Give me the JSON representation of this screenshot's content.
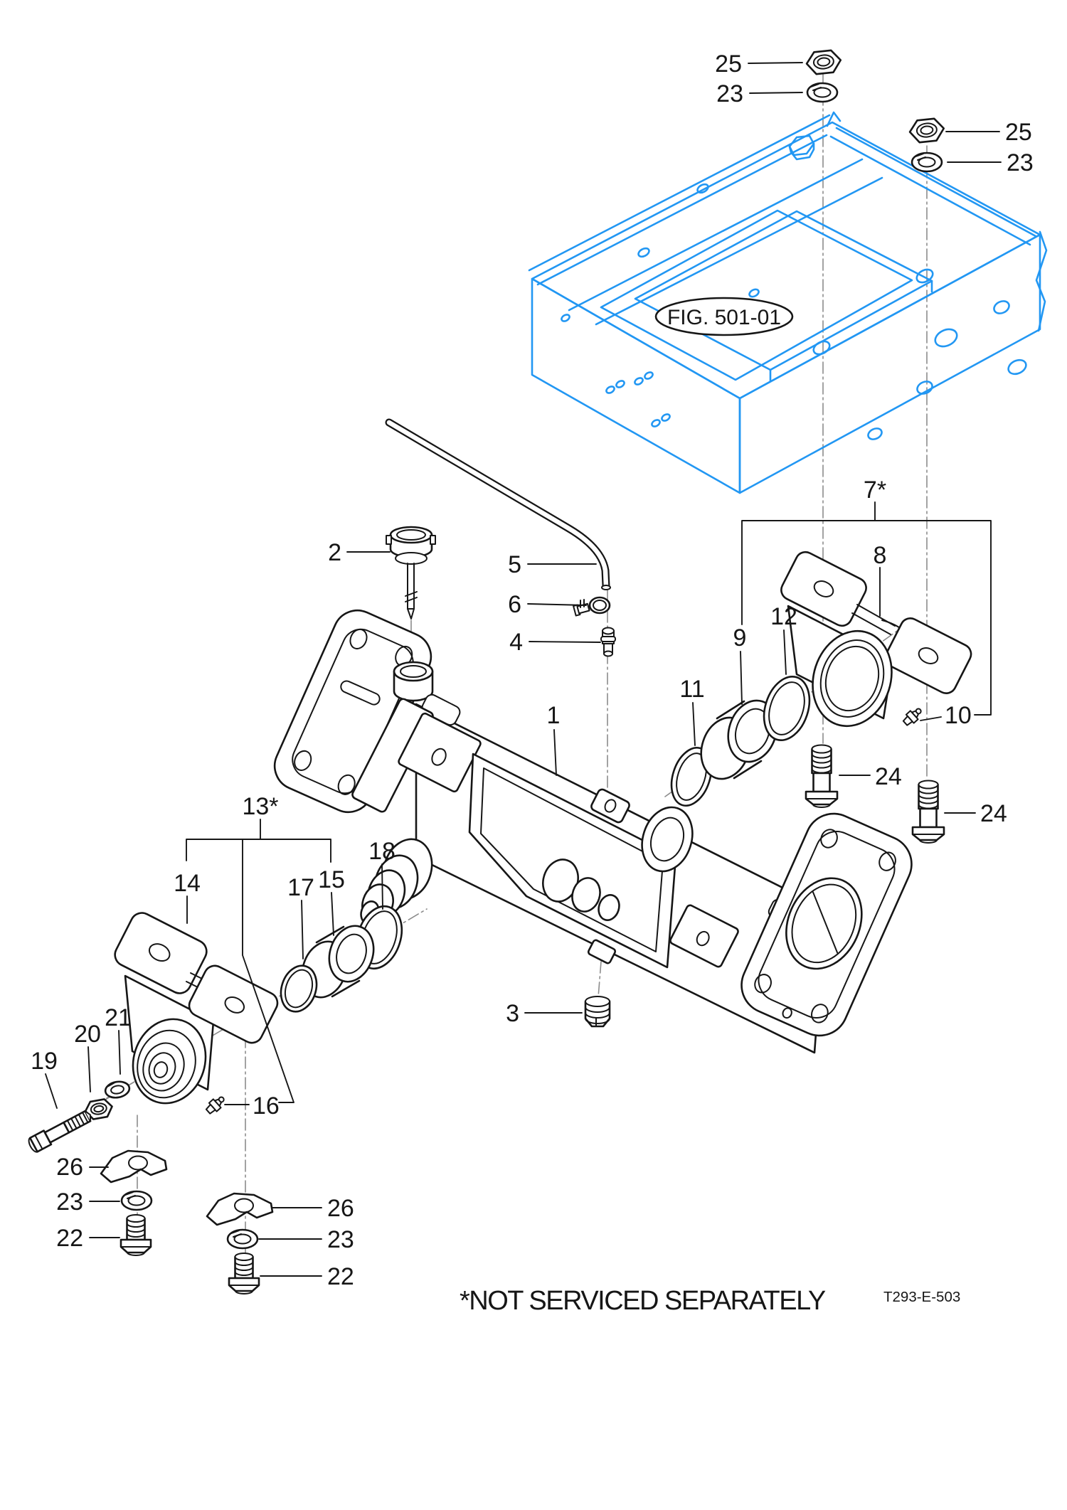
{
  "figure": {
    "frame_figure_ref": "FIG. 501-01",
    "footnote": "*NOT SERVICED SEPARATELY",
    "drawing_code": "T293-E-503"
  },
  "colors": {
    "frame": "#2297F3",
    "ink": "#161616",
    "axis": "#8c8c8c"
  },
  "callouts": {
    "c25_top": "25",
    "c23_top": "23",
    "c25_right": "25",
    "c23_right": "23",
    "c7": "7*",
    "c8": "8",
    "c2": "2",
    "c5": "5",
    "c6": "6",
    "c4": "4",
    "c1": "1",
    "c11": "11",
    "c9": "9",
    "c12": "12",
    "c10": "10",
    "c24_left": "24",
    "c24_right": "24",
    "c13": "13*",
    "c14": "14",
    "c15": "15",
    "c17": "17",
    "c18": "18",
    "c16": "16",
    "c19": "19",
    "c20": "20",
    "c21": "21",
    "c26_left": "26",
    "c23_left": "23",
    "c22_left": "22",
    "c26_mid": "26",
    "c23_mid": "23",
    "c22_mid": "22",
    "c3": "3"
  }
}
